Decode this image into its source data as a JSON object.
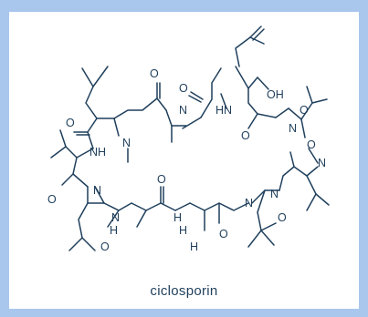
{
  "figure": {
    "caption": "ciclosporin",
    "colors": {
      "background": "#a9c6ec",
      "panel": "#ffffff",
      "ink": "#1f3f5c"
    }
  },
  "atoms": {
    "o1": "O",
    "nh1": "NH",
    "n1": "N",
    "o2": "O",
    "n2": "N",
    "o3": "O",
    "hn1": "HN",
    "oh": "OH",
    "o4": "O",
    "n3": "N",
    "o5": "O",
    "n4": "N",
    "o6": "O",
    "o7": "O",
    "n5": "N",
    "o8": "O",
    "n6": "N",
    "o9": "O",
    "nh2": "N",
    "o10": "O",
    "n7": "N",
    "h1": "H",
    "h2": "H",
    "o11": "O",
    "h3": "H",
    "h4": "H"
  }
}
